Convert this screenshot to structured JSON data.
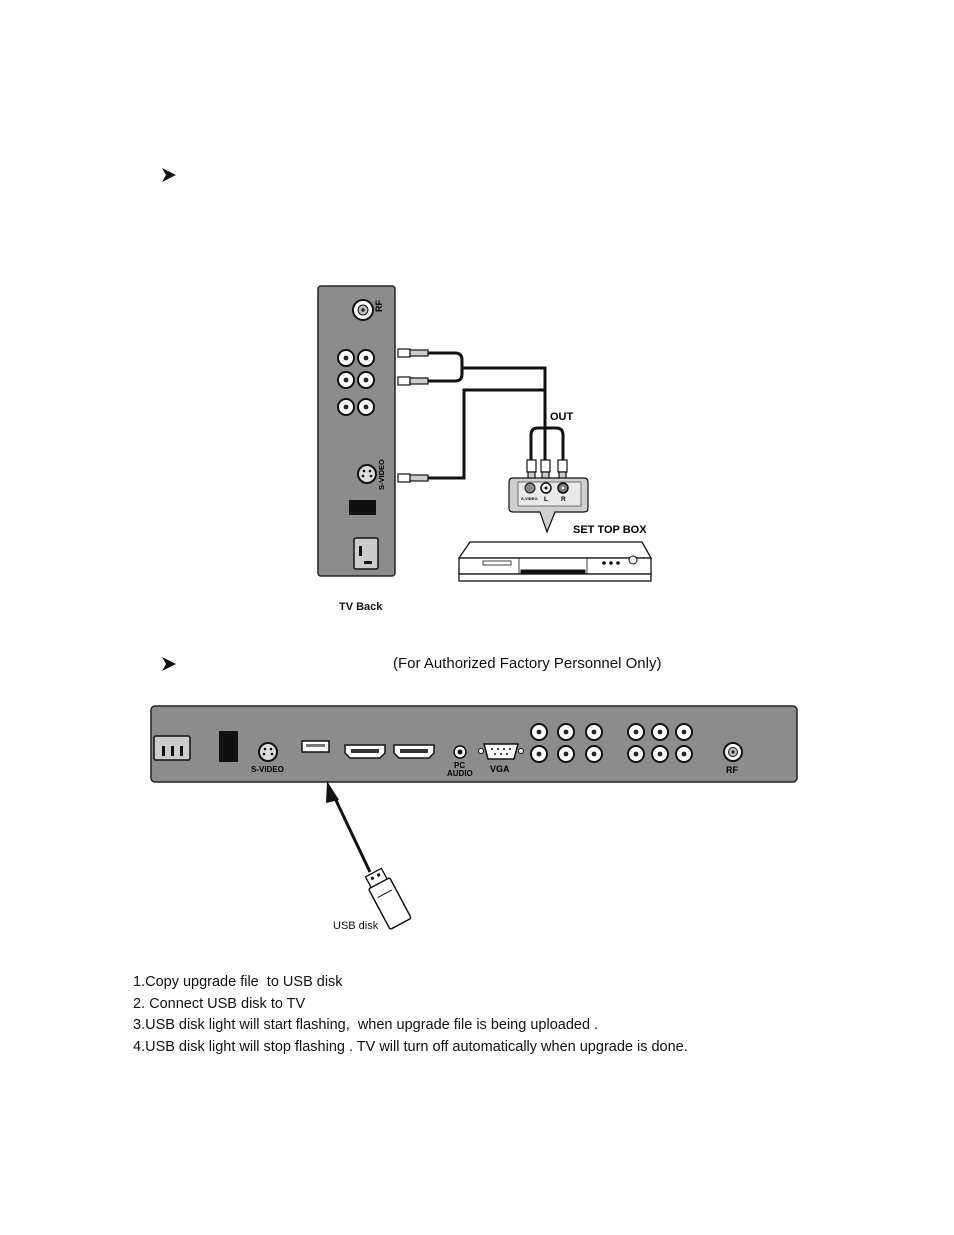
{
  "section1": {
    "bullet_icon": "arrowhead-bullet-icon",
    "tv_back_caption": "TV Back",
    "panel_labels": {
      "rf": "RF",
      "svideo": "S-VIDEO"
    },
    "out_label": "OUT",
    "stb_jack_labels": {
      "svideo": "S-VIDEO",
      "l": "L",
      "r": "R"
    },
    "set_top_box_label": "SET TOP BOX"
  },
  "section2": {
    "bullet_icon": "arrowhead-bullet-icon",
    "note": "(For Authorized Factory Personnel Only)",
    "panel_labels": {
      "svideo": "S-VIDEO",
      "pc": "PC",
      "audio": "AUDIO",
      "vga": "VGA",
      "rf": "RF"
    },
    "usb_disk_label": "USB disk"
  },
  "steps": [
    "1.Copy upgrade file  to USB disk",
    "2. Connect USB disk to TV",
    "3.USB disk light will start flashing,  when upgrade file is being uploaded .",
    "4.USB disk light will stop flashing . TV will turn off automatically when upgrade is done."
  ]
}
